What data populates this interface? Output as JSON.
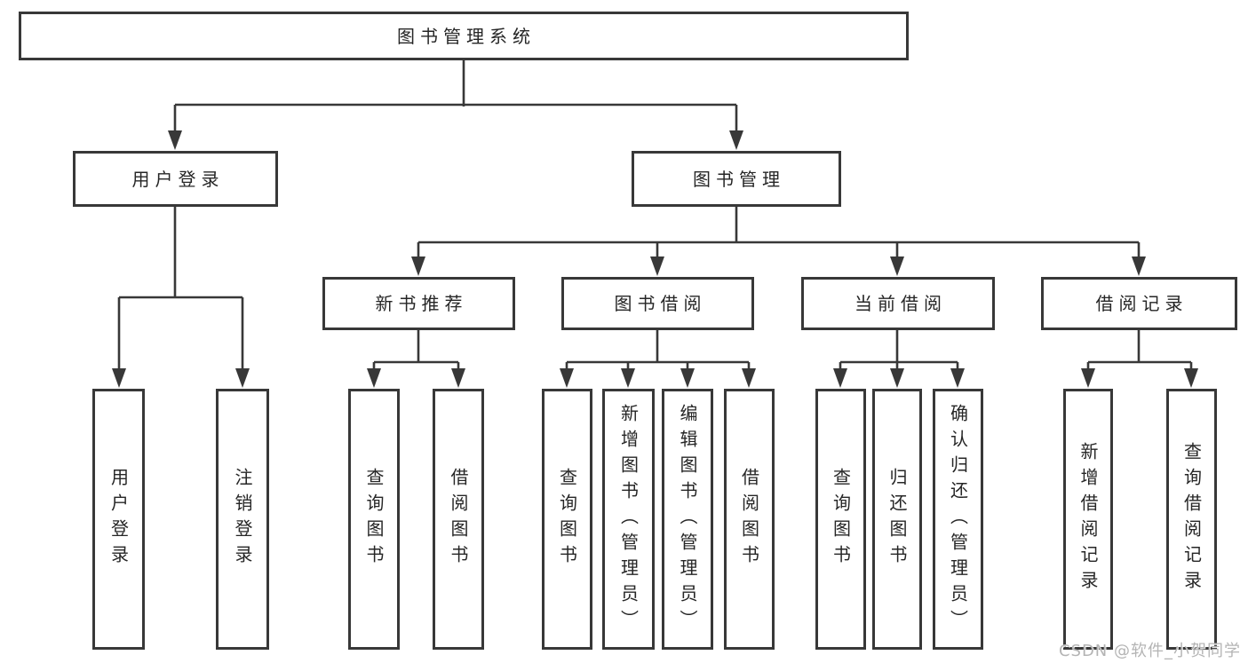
{
  "tree": {
    "label": "图书管理系统",
    "children": [
      {
        "label": "用户登录",
        "children": [
          {
            "label": "用户登录"
          },
          {
            "label": "注销登录"
          }
        ]
      },
      {
        "label": "图书管理",
        "children": [
          {
            "label": "新书推荐",
            "children": [
              {
                "label": "查询图书"
              },
              {
                "label": "借阅图书"
              }
            ]
          },
          {
            "label": "图书借阅",
            "children": [
              {
                "label": "查询图书"
              },
              {
                "label": "新增图书（管理员）"
              },
              {
                "label": "编辑图书（管理员）"
              },
              {
                "label": "借阅图书"
              }
            ]
          },
          {
            "label": "当前借阅",
            "children": [
              {
                "label": "查询图书"
              },
              {
                "label": "归还图书"
              },
              {
                "label": "确认归还（管理员）"
              }
            ]
          },
          {
            "label": "借阅记录",
            "children": [
              {
                "label": "新增借阅记录"
              },
              {
                "label": "查询借阅记录"
              }
            ]
          }
        ]
      }
    ]
  },
  "watermark": {
    "text": "CSDN @软件_小贺同学"
  },
  "colors": {
    "line": "#383838",
    "border": "#383838",
    "text": "#262626",
    "watermark": "#b4b4b4",
    "background": "#ffffff"
  }
}
